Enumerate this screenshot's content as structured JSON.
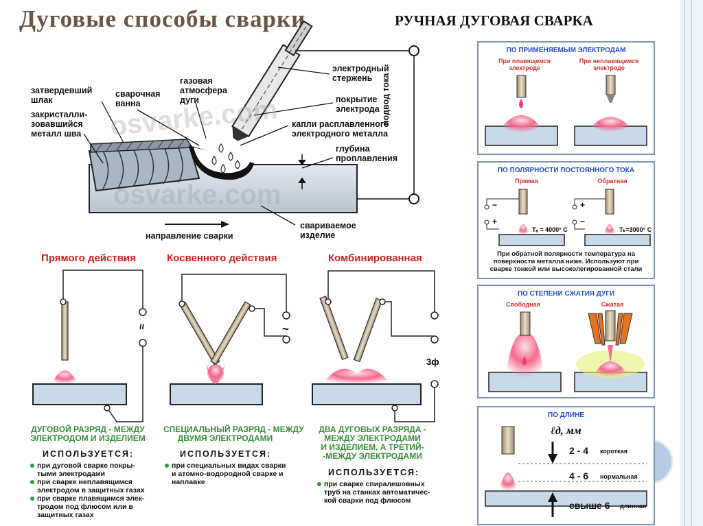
{
  "title": "Дуговые способы сварки",
  "subtitle": "РУЧНАЯ ДУГОВАЯ СВАРКА",
  "watermark": "osvarke.com",
  "main_diagram": {
    "slag": [
      "затвердевший",
      "шлак"
    ],
    "weld_pool": [
      "сварочная",
      "ванна"
    ],
    "gas": [
      "газовая",
      "атмосфера",
      "дуги"
    ],
    "crystallized": [
      "закристалли-",
      "зовавшийся",
      "металл шва"
    ],
    "electrode_rod": [
      "электродный",
      "стержень"
    ],
    "coating": [
      "покрытие",
      "электрода"
    ],
    "droplets": [
      "капли расплавленного",
      "электродного металла"
    ],
    "depth": [
      "глубина",
      "проплавления"
    ],
    "current": "подвод тока",
    "workpiece": [
      "свариваемое",
      "изделие"
    ],
    "direction": "направление сварки"
  },
  "methods": [
    {
      "title": "Прямого действия",
      "desc": [
        "ДУГОВОЙ РАЗРЯД - МЕЖДУ",
        "ЭЛЕКТРОДОМ И ИЗДЕЛИЕМ"
      ],
      "uses_title": "ИСПОЛЬЗУЕТСЯ:",
      "uses": [
        "при дуговой сварке покры-тыми электродами",
        "при сварке неплавящимся электродом в защитных газах",
        "при сварке плавящимся элек-тродом под флюсом или в защитных газах"
      ],
      "symbol": "≈"
    },
    {
      "title": "Косвенного действия",
      "desc": [
        "СПЕЦИАЛЬНЫЙ РАЗРЯД - МЕЖДУ",
        "ДВУМЯ ЭЛЕКТРОДАМИ"
      ],
      "uses_title": "ИСПОЛЬЗУЕТСЯ:",
      "uses": [
        "при специальных видах сварки и атомно-водородной сварке и наплавке"
      ],
      "symbol": "~"
    },
    {
      "title": "Комбинированная",
      "desc": [
        "ДВА ДУГОВЫХ РАЗРЯДА -",
        "МЕЖДУ ЭЛЕКТРОДАМИ",
        "И ИЗДЕЛИЕМ, А ТРЕТИЙ-",
        "-МЕЖДУ ЭЛЕКТРОДАМИ"
      ],
      "uses_title": "ИСПОЛЬЗУЕТСЯ:",
      "uses": [
        "при сварке спиралешовных труб на станках автоматичес-кой сварки под флюсом"
      ],
      "symbol": "3ф"
    }
  ],
  "panels": {
    "electrodes": {
      "title": "ПО ПРИМЕНЯЕМЫМ ЭЛЕКТРОДАМ",
      "left": [
        "При плавящемся",
        "электроде"
      ],
      "right": [
        "При неплавящемся",
        "электроде"
      ]
    },
    "polarity": {
      "title": "ПО ПОЛЯРНОСТИ ПОСТОЯННОГО ТОКА",
      "left": "Прямая",
      "right": "Обратная",
      "minus": "−",
      "plus": "+",
      "temp_left": "Tₐ = 4000° C",
      "temp_right": "Tₖ=3000° C",
      "note": "При обратной полярности температура на поверхности металла ниже. Используют при сварке тонкой или высоколегированной стали"
    },
    "compression": {
      "title": "ПО СТЕПЕНИ СЖАТИЯ ДУГИ",
      "left": "Свободная",
      "right": "Сжатая"
    },
    "length": {
      "title": "ПО ДЛИНЕ",
      "unit": "ℓд, мм",
      "rows": [
        {
          "value": "2 - 4",
          "word": "короткая"
        },
        {
          "value": "4 - 6",
          "word": "нормальная"
        },
        {
          "value": "свыше 6",
          "word": "длинная"
        }
      ]
    }
  },
  "colors": {
    "title": "#6b5443",
    "red": "#d02020",
    "green": "#3b8a3b",
    "blue": "#2b4bd0",
    "metal": "#c9d3dd",
    "arc": "#f0507a"
  }
}
